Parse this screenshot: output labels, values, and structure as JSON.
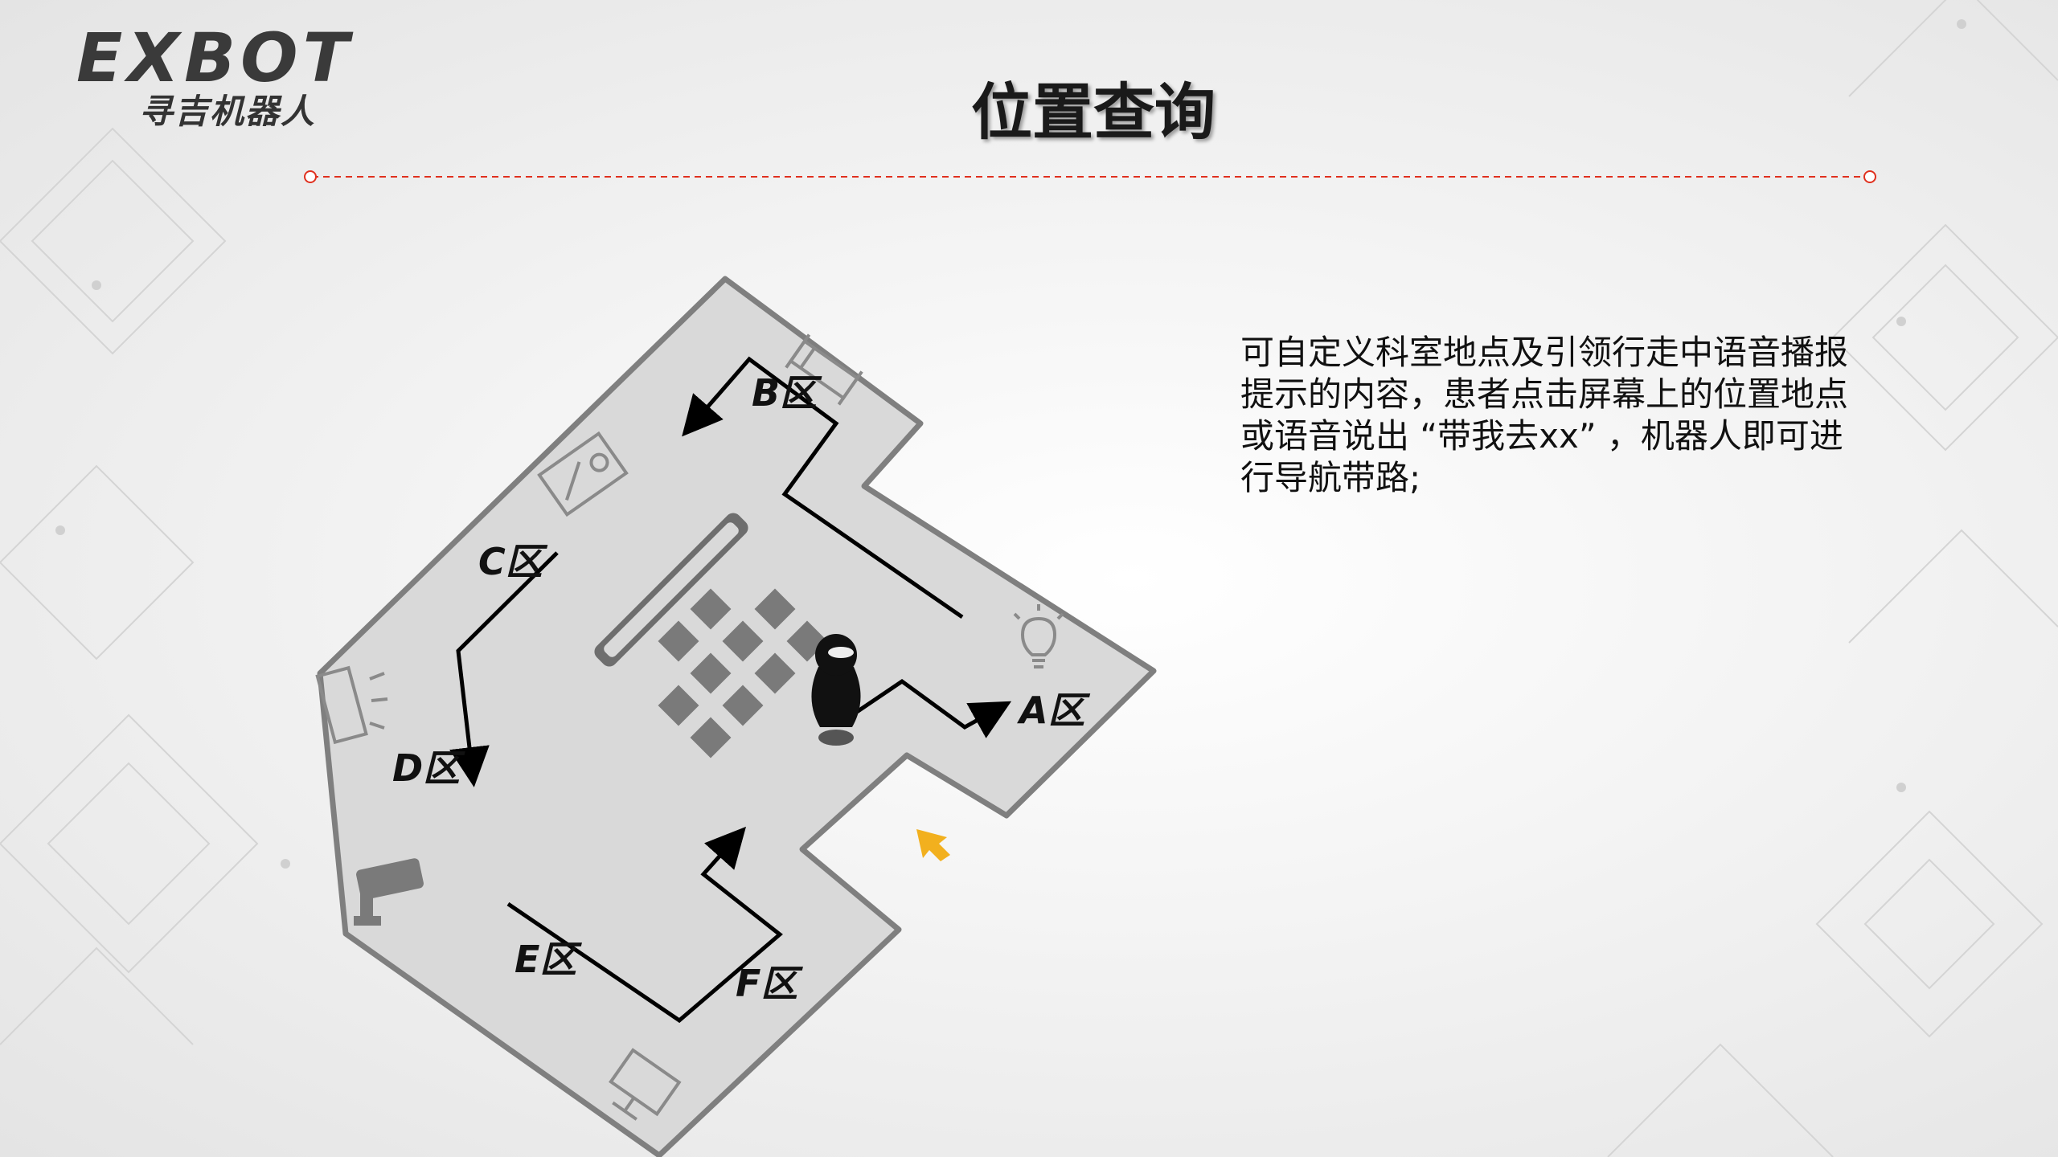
{
  "logo": {
    "brand": "EXBOT",
    "subtitle": "寻吉机器人"
  },
  "title": "位置查询",
  "description": [
    "可自定义科室地点及引领行走中语音播报",
    "提示的内容，患者点击屏幕上的位置地点",
    "或语音说出 “带我去xx” ，机器人即可进",
    "行导航带路;"
  ],
  "rooms": {
    "a": "A区",
    "b": "B区",
    "c": "C区",
    "d": "D区",
    "e": "E区",
    "f": "F区"
  },
  "icons": {
    "bed": "bed-icon",
    "projector": "projector-icon",
    "air_conditioner": "air-conditioner-icon",
    "camera": "security-camera-icon",
    "monitor": "monitor-icon",
    "bulb": "light-bulb-icon",
    "robot": "robot-icon",
    "entrance": "entrance-arrow-icon"
  },
  "colors": {
    "floor": "#d9d9d9",
    "wall": "#7f7f7f",
    "path": "#000000",
    "divider": "#e0301e",
    "entrance": "#f2b01e"
  }
}
